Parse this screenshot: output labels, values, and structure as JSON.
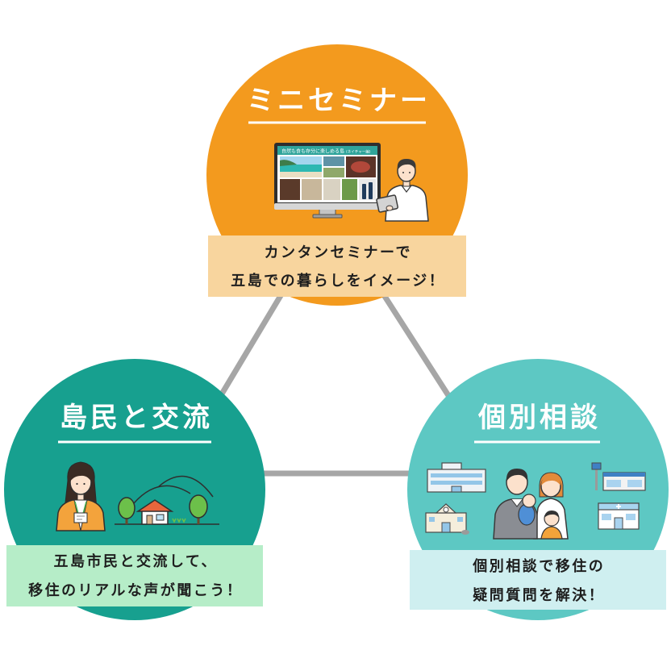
{
  "top": {
    "title": "ミニセミナー",
    "caption_line1": "カンタンセミナーで",
    "caption_line2": "五島での暮らしをイメージ！",
    "screen_title": "自然も食も存分に楽しめる島",
    "screen_subtitle": "(ネイチャー編)"
  },
  "left": {
    "title": "島民と交流",
    "caption_line1": "五島市民と交流して、",
    "caption_line2": "移住のリアルな声が聞こう！"
  },
  "right": {
    "title": "個別相談",
    "caption_line1": "個別相談で移住の",
    "caption_line2": "疑問質問を解決！"
  },
  "colors": {
    "top_circle": "#F39A1E",
    "top_caption_bg": "#F8D59E",
    "left_circle": "#17A08F",
    "left_caption_bg": "#B6EDC8",
    "right_circle": "#5DC8C3",
    "right_caption_bg": "#CFEFF0",
    "connector": "#A6A6A6",
    "underline": "#FFFFFF"
  }
}
